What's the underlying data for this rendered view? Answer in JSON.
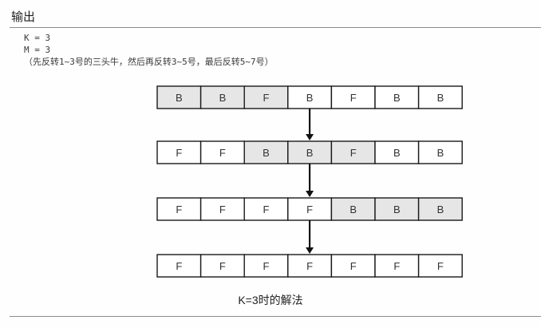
{
  "heading": "输出",
  "output_lines": [
    "K = 3",
    "M = 3",
    "（先反转1~3号的三头牛，然后再反转3~5号，最后反转5~7号）"
  ],
  "diagram": {
    "rows": [
      {
        "cells": [
          "B",
          "B",
          "F",
          "B",
          "F",
          "B",
          "B"
        ],
        "highlighted": [
          true,
          true,
          true,
          false,
          false,
          false,
          false
        ]
      },
      {
        "cells": [
          "F",
          "F",
          "B",
          "B",
          "F",
          "B",
          "B"
        ],
        "highlighted": [
          false,
          false,
          true,
          true,
          true,
          false,
          false
        ]
      },
      {
        "cells": [
          "F",
          "F",
          "F",
          "F",
          "B",
          "B",
          "B"
        ],
        "highlighted": [
          false,
          false,
          false,
          false,
          true,
          true,
          true
        ]
      },
      {
        "cells": [
          "F",
          "F",
          "F",
          "F",
          "F",
          "F",
          "F"
        ],
        "highlighted": [
          false,
          false,
          false,
          false,
          false,
          false,
          false
        ]
      }
    ],
    "arrow_column_index": 3,
    "colors": {
      "highlight_fill": "#e6e6e6",
      "normal_fill": "#ffffff",
      "border": "#1a1a1a",
      "text": "#333333"
    }
  },
  "caption": "K=3时的解法"
}
